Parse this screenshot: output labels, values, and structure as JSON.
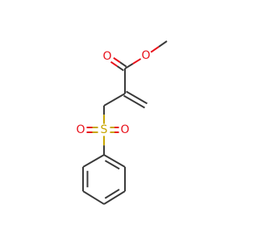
{
  "diagram": {
    "type": "chemical-structure",
    "colors": {
      "carbon": "#3a3a3a",
      "oxygen": "#e8101a",
      "sulfur": "#c8a600",
      "background": "#ffffff"
    },
    "atoms": [
      {
        "id": "c_methyl",
        "element": "C",
        "label": ""
      },
      {
        "id": "o_ester",
        "element": "O",
        "label": "O"
      },
      {
        "id": "c_carbonyl",
        "element": "C",
        "label": ""
      },
      {
        "id": "o_carbonyl",
        "element": "O",
        "label": "O"
      },
      {
        "id": "c_alpha",
        "element": "C",
        "label": ""
      },
      {
        "id": "c_methylene",
        "element": "C",
        "label": ""
      },
      {
        "id": "c_ch2",
        "element": "C",
        "label": ""
      },
      {
        "id": "s",
        "element": "S",
        "label": "S"
      },
      {
        "id": "o_s_left",
        "element": "O",
        "label": "O"
      },
      {
        "id": "o_s_right",
        "element": "O",
        "label": "O"
      },
      {
        "id": "ph1",
        "element": "C",
        "label": ""
      },
      {
        "id": "ph2",
        "element": "C",
        "label": ""
      },
      {
        "id": "ph3",
        "element": "C",
        "label": ""
      },
      {
        "id": "ph4",
        "element": "C",
        "label": ""
      },
      {
        "id": "ph5",
        "element": "C",
        "label": ""
      },
      {
        "id": "ph6",
        "element": "C",
        "label": ""
      }
    ],
    "bonds": [
      {
        "a": "c_methyl",
        "b": "o_ester",
        "order": 1
      },
      {
        "a": "o_ester",
        "b": "c_carbonyl",
        "order": 1
      },
      {
        "a": "c_carbonyl",
        "b": "o_carbonyl",
        "order": 2
      },
      {
        "a": "c_carbonyl",
        "b": "c_alpha",
        "order": 1
      },
      {
        "a": "c_alpha",
        "b": "c_methylene",
        "order": 2
      },
      {
        "a": "c_alpha",
        "b": "c_ch2",
        "order": 1
      },
      {
        "a": "c_ch2",
        "b": "s",
        "order": 1
      },
      {
        "a": "s",
        "b": "o_s_left",
        "order": 2
      },
      {
        "a": "s",
        "b": "o_s_right",
        "order": 2
      },
      {
        "a": "s",
        "b": "ph1",
        "order": 1
      },
      {
        "a": "ph1",
        "b": "ph2",
        "order": 2
      },
      {
        "a": "ph2",
        "b": "ph3",
        "order": 1
      },
      {
        "a": "ph3",
        "b": "ph4",
        "order": 2
      },
      {
        "a": "ph4",
        "b": "ph5",
        "order": 1
      },
      {
        "a": "ph5",
        "b": "ph6",
        "order": 2
      },
      {
        "a": "ph6",
        "b": "ph1",
        "order": 1
      }
    ]
  }
}
